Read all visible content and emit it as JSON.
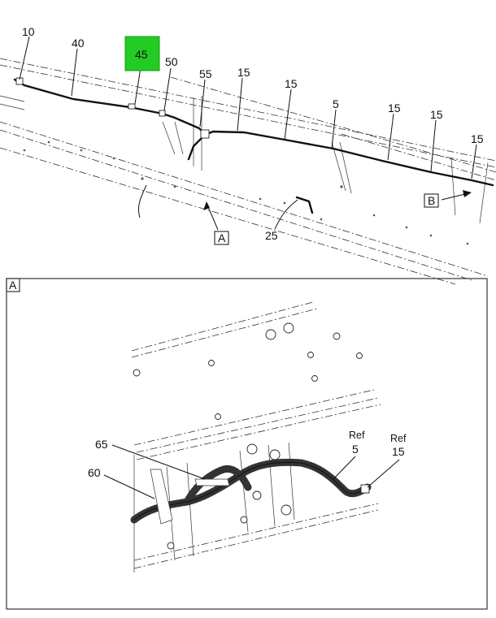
{
  "callouts_top": {
    "c10": "10",
    "c40": "40",
    "c45": "45",
    "c50": "50",
    "c55": "55",
    "c15a": "15",
    "c15b": "15",
    "c5": "5",
    "c15c": "15",
    "c15d": "15",
    "c15e": "15",
    "c25": "25"
  },
  "view_refs": {
    "a_top": "A",
    "b_top": "B",
    "a_detail": "A"
  },
  "callouts_detail": {
    "c65": "65",
    "c60": "60",
    "ref5_word": "Ref",
    "ref5_num": "5",
    "ref15_word": "Ref",
    "ref15_num": "15"
  },
  "colors": {
    "highlight": "#22cc22",
    "line": "#222222",
    "background": "#ffffff"
  }
}
